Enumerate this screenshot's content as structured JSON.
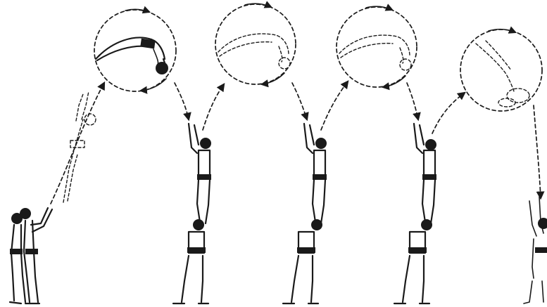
{
  "figure": {
    "kind": "illustration",
    "subject": "acrobatic-somersault-sequence",
    "ink_color": "#1a1a1a",
    "paper_color": "#ffffff",
    "stages": [
      {
        "id": "launch",
        "flyer_pose": "arched-somersault",
        "base": "double-base-push"
      },
      {
        "id": "stage-2",
        "flyer_pose": "arched-ghost",
        "base": "two-high-column"
      },
      {
        "id": "stage-3",
        "flyer_pose": "arched-ghost",
        "base": "two-high-column"
      },
      {
        "id": "stage-4",
        "flyer_pose": "tucked-dive-ghost",
        "base": "two-high-column"
      }
    ]
  }
}
